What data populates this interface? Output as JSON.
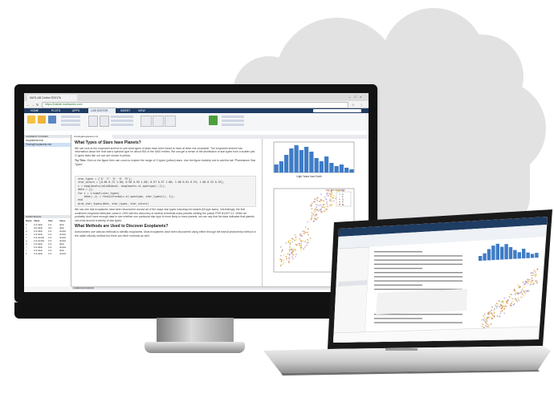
{
  "browser": {
    "tab_title": "MATLAB Online R2017b",
    "address": "https://matlab.mathworks.com"
  },
  "matlab": {
    "toolstrip_tabs": [
      "HOME",
      "PLOTS",
      "APPS",
      "LIVE EDITOR",
      "INSERT",
      "VIEW"
    ],
    "current_folder_title": "CURRENT FOLDER",
    "workspace_title": "WORKSPACE",
    "command_window_title": "COMMAND WINDOW",
    "editor_tab": "FindingExoplanets.mlx",
    "files": [
      "exoplanets.mat",
      "FindingExoplanets.mlx"
    ],
    "doc": {
      "heading1": "What Types of Stars have Planets?",
      "para1": "We can look at the exoplanet archive to see what types of stars have been found to have at least one exoplanet. The exoplanet archive has information about the host star's spectral type for about 900 of the 3400 entries. We can get a sense of the distribution of star types from a scatter plot. G-types stars like our sun are shown in yellow.",
      "try_this_label": "Try This:",
      "try_this": "Click on the figure then use zoom to explore the range of G-types (yellow) stars. Use the figure toolstrip tool to add the tab \"Planetarium Star Types\".",
      "code": "star_types = {'A' 'F' 'G' 'K' 'M'};\nstar_colors = [0.66 0.72 1.00; 0.90 0.95 1.00; 0.97 0.57 1.00; 1.00 0.61 0.33; 1.00 0.33 0.33];\nc = exoplanets(validSubset, exoplanets.st_spectype(:,1));\ndata = [];\nfor i = 1:numel(star_types)\n    data(:,i) = find(strncmp(c.st_spectype, star_types(i), 1));\nend\nplot_star_types(data, star_types, star_colors)",
      "para2": "We can see that exoplanets have been discovered around all of the major star types including red dwarfs (M-type stars). Interestingly, the first confirmed exoplanet detection came in 1992 with the discovery of several terrestrial-mass planets orbiting the pulsar PSR B1257+12. While we probably don't have enough data to see whether one particular star type is more likely to have planets, we can say that the data indicates that planets can exist around a variety of star types.",
      "heading2": "What Methods are Used to Discover Exoplanets?",
      "para3": "Astronomers use various methods to identify exoplanets. Most exoplanets have been discovered using either through the transit photometry method or the radial velocity method but there are other methods as well.",
      "hist_xlabel": "Light Years from Earth"
    },
    "workspace_headers": [
      "Name",
      "Value",
      "Size",
      "Class"
    ],
    "workspace_rows": [
      [
        "b",
        "1x3 table",
        "1x1",
        "table"
      ],
      [
        "c",
        "3x4 table",
        "3x1",
        "table"
      ],
      [
        "d",
        "1x4 table",
        "1x1",
        "double"
      ],
      [
        "e",
        "1x4 table",
        "1x1",
        "double"
      ],
      [
        "f",
        "1x4 double",
        "1x1",
        "double"
      ],
      [
        "g",
        "1x4 double",
        "1x1",
        "double"
      ],
      [
        "h",
        "1x3 table",
        "1x1",
        "table"
      ],
      [
        "i",
        "1x4 table",
        "1x1",
        "double"
      ],
      [
        "j",
        "1x4 table",
        "1x1",
        "table"
      ],
      [
        "k",
        "1x4 table",
        "1x1",
        "double"
      ]
    ],
    "legend_entries": [
      "A",
      "F",
      "G",
      "K",
      "M"
    ]
  },
  "colors": {
    "matlab_blue": "#1f4e86",
    "toolstrip_dark": "#2c3e55",
    "cloud": "#e3e3e3",
    "bar_blue": "#3f7cc6"
  }
}
